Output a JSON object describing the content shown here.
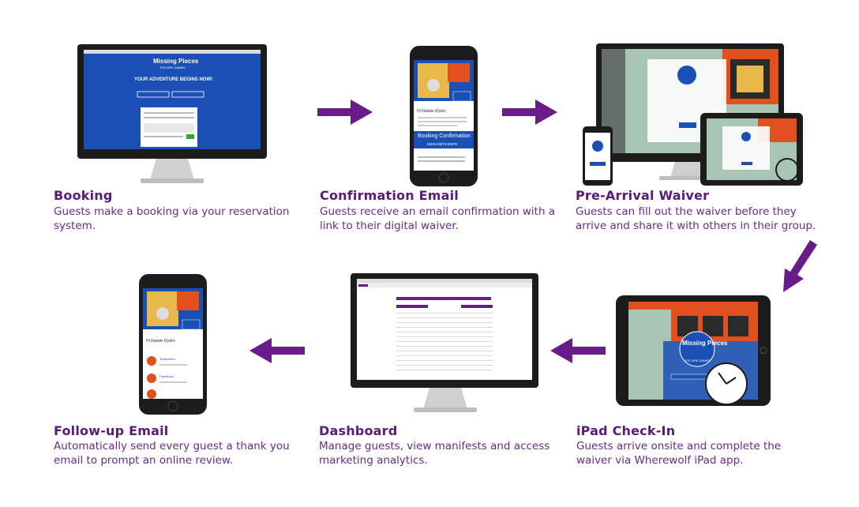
{
  "colors": {
    "purple": "#6a1b8a",
    "title_purple": "#5b1a7a",
    "brand_blue": "#1a4fb5",
    "orange": "#e2501e",
    "sage": "#a8c4b4"
  },
  "steps": [
    {
      "id": "booking",
      "title": "Booking",
      "desc": "Guests make a booking via your reservation system."
    },
    {
      "id": "confirmation",
      "title": "Confirmation Email",
      "desc": "Guests receive an email confirmation with a link to their digital waiver."
    },
    {
      "id": "waiver",
      "title": "Pre-Arrival Waiver",
      "desc": "Guests can fill out the waiver before they arrive and share it with others in their group."
    },
    {
      "id": "checkin",
      "title": "iPad Check-In",
      "desc": "Guests arrive onsite and complete the waiver via Wherewolf iPad app."
    },
    {
      "id": "dashboard",
      "title": "Dashboard",
      "desc": "Manage guests, view manifests and access marketing analytics."
    },
    {
      "id": "followup",
      "title": "Follow-up Email",
      "desc": "Automatically send every guest a thank you email to prompt an online review."
    }
  ],
  "screens": {
    "booking": {
      "logo": "Missing Pieces",
      "logo_sub": "ESCAPE GAMES",
      "headline": "YOUR ADVENTURE BEGINS NOW!"
    },
    "confirmation": {
      "greeting": "Hi Natalie Ryder,",
      "banner": "Booking Confirmation",
      "code": "NDSH-8073-DNFR"
    },
    "checkin": {
      "logo": "Missing Pieces",
      "logo_sub": "ESCAPE GAMES"
    },
    "followup": {
      "greeting": "Hi Natalie Ryder,",
      "item1": "TripAdvisor",
      "item2": "Facebook"
    }
  }
}
